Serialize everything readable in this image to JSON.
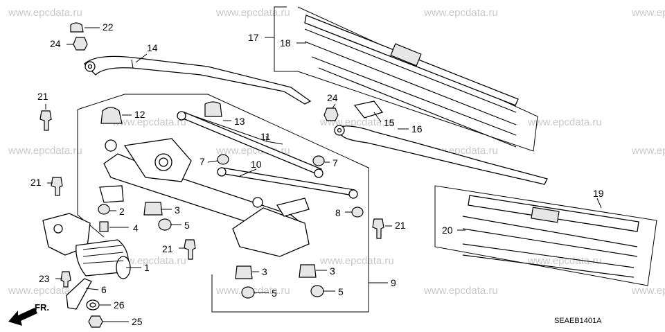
{
  "watermark": "www.epcdata.ru",
  "diagram_code": "SEAEB1401A",
  "front_marker": "FR.",
  "callouts": {
    "c1": "1",
    "c2": "2",
    "c3a": "3",
    "c3b": "3",
    "c3c": "3",
    "c4": "4",
    "c5a": "5",
    "c5b": "5",
    "c5c": "5",
    "c6": "6",
    "c7a": "7",
    "c7b": "7",
    "c8": "8",
    "c9": "9",
    "c10": "10",
    "c11": "11",
    "c12": "12",
    "c13": "13",
    "c14": "14",
    "c15": "15",
    "c16": "16",
    "c17": "17",
    "c18": "18",
    "c19": "19",
    "c20": "20",
    "c21a": "21",
    "c21b": "21",
    "c21c": "21",
    "c21d": "21",
    "c22": "22",
    "c23": "23",
    "c24a": "24",
    "c24b": "24",
    "c25": "25",
    "c26": "26"
  }
}
